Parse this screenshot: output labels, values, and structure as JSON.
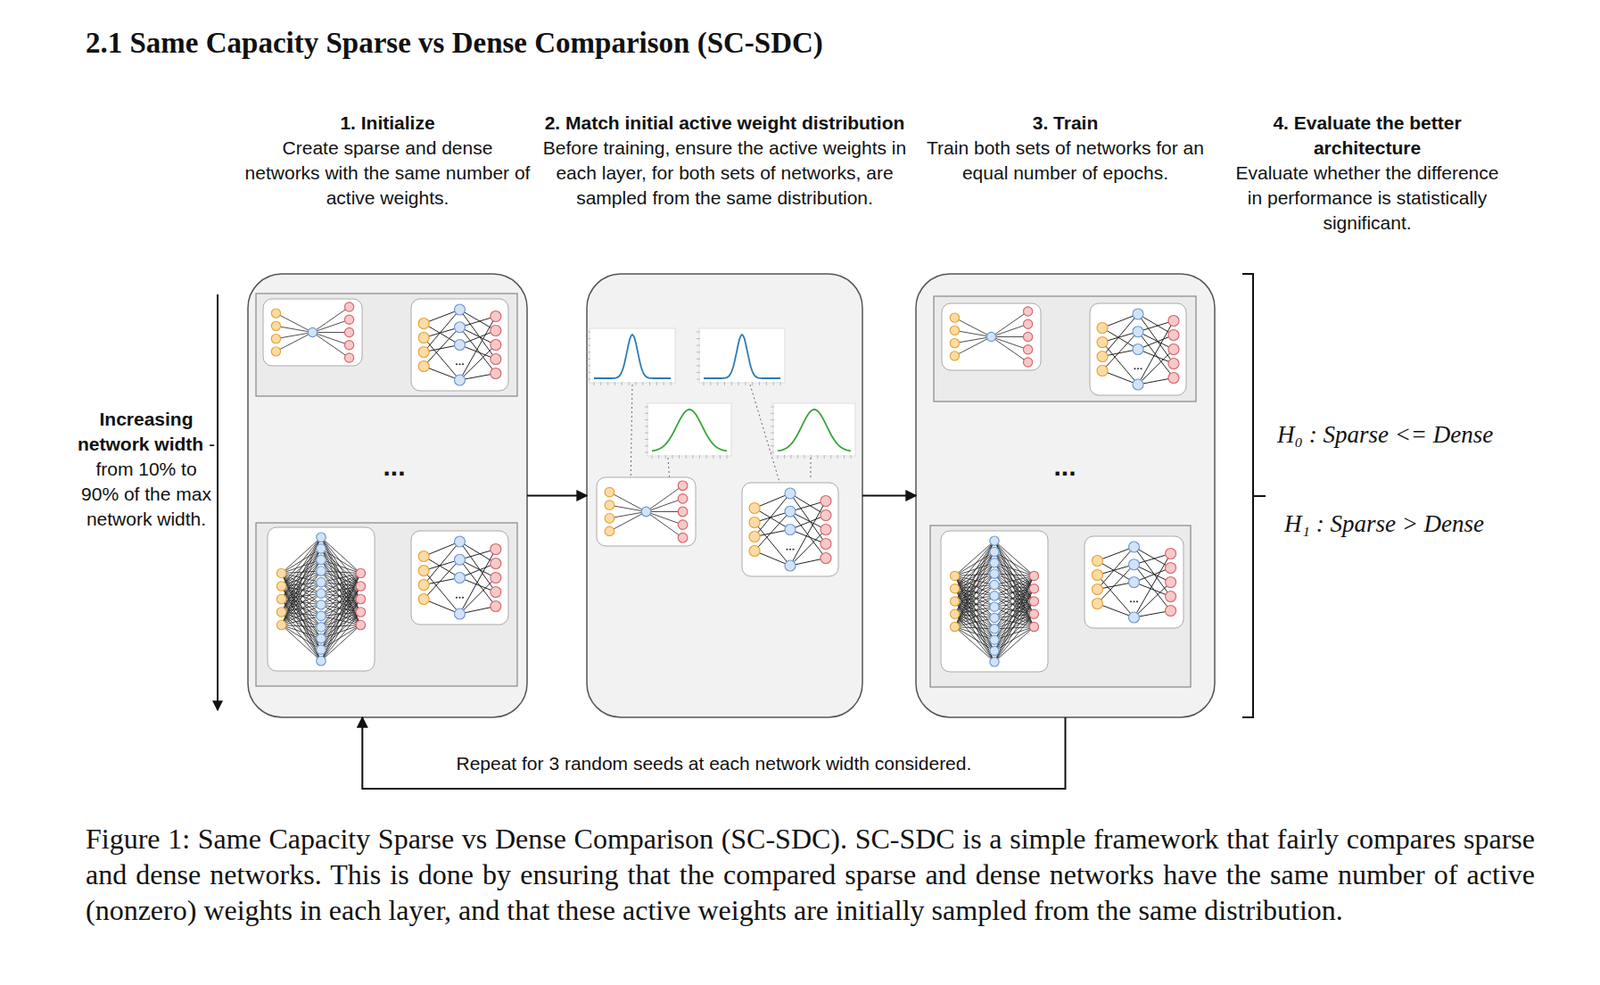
{
  "diagram": {
    "title": "2.1 Same Capacity Sparse vs Dense Comparison (SC-SDC)",
    "caption": "Figure 1: Same Capacity Sparse vs Dense Comparison (SC-SDC). SC-SDC is a simple framework that fairly compares sparse and dense networks. This is done by ensuring that the compared sparse and dense networks have the same number of active (nonzero) weights in each layer, and that these active weights are initially sampled from the same distribution.",
    "nodes": [
      {
        "text": [
          "1. Initialize",
          "Create sparse and dense networks with the same number of active weights."
        ]
      },
      {
        "text": [
          "2. Match initial active weight distribution",
          "Before training, ensure the active weights in each layer, for both sets of networks, are sampled from the same distribution."
        ]
      },
      {
        "text": [
          "3. Train",
          "Train both sets of networks for an equal number of epochs."
        ]
      }
    ],
    "edges": [
      {
        "from": 0,
        "to": 1,
        "arrow": "to"
      },
      {
        "from": 1,
        "to": 2,
        "arrow": "to"
      },
      {
        "from": 2,
        "to": 0,
        "arrow": "to",
        "label": "Repeat for 3 random seeds at each network width considered."
      }
    ],
    "labels": [
      "Increasing network width",
      "- from 10% to 90% of the max network width.",
      "...",
      "...",
      "4. Evaluate the better architecture",
      "Evaluate whether the difference in performance is statistically significant.",
      "H₀ : Sparse <= Dense",
      "H₁ : Sparse > Dense"
    ]
  }
}
